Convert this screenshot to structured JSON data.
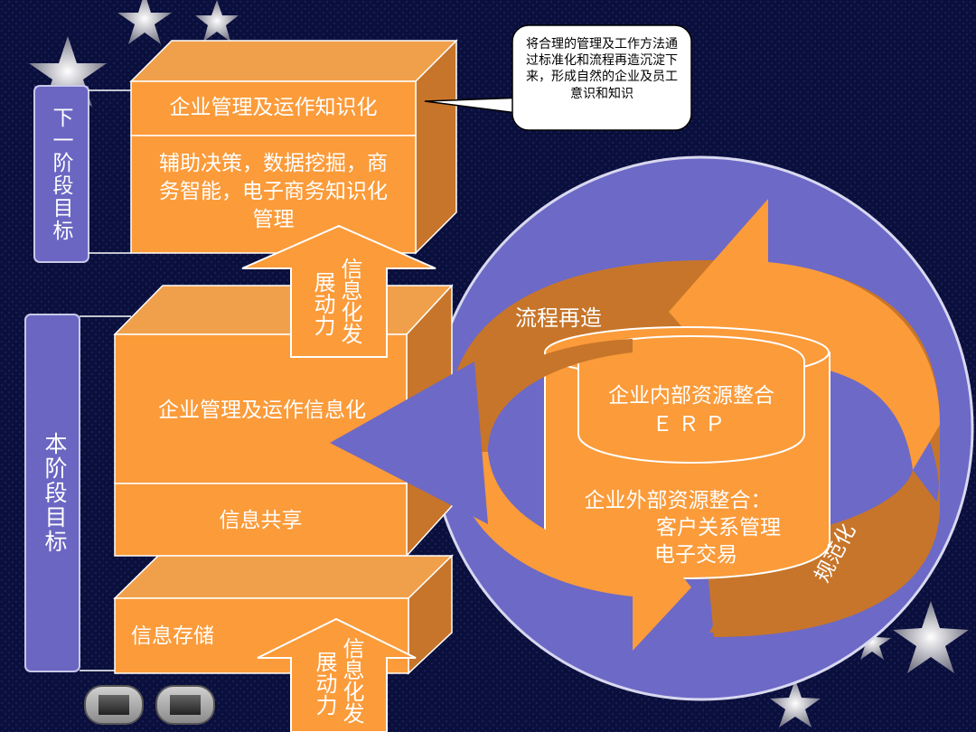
{
  "colors": {
    "background": "#0b0f3c",
    "orange": "#fb9b3a",
    "orange_dark": "#c7752a",
    "orange_top": "#f0a04b",
    "scroll": "#6a66c2",
    "circle": "#6d69c6",
    "callout_fill": "#ffffff"
  },
  "next_stage": {
    "side_label": "下一阶段目标",
    "box_title": "企业管理及运作知识化",
    "box_body": "辅助决策，数据挖掘，商务智能，电子商务知识化管理",
    "callout": "将合理的管理及工作方法通过标准化和流程再造沉淀下来，形成自然的企业及员工意识和知识"
  },
  "arrow_upper": {
    "left_col": "展动力",
    "right_col": "信息化发"
  },
  "current_stage": {
    "side_label": "本阶段目标",
    "box_title": "企业管理及运作信息化",
    "box_share": "信息共享",
    "box_storage": "信息存储"
  },
  "arrow_lower": {
    "left_col": "展动力",
    "right_col": "信息化发"
  },
  "circle": {
    "process_label": "流程再造",
    "cylinder_top_line1": "企业内部资源整合",
    "cylinder_top_line2": "ＥＲＰ",
    "external_line1": "企业外部资源整合：",
    "external_line2": "客户关系管理",
    "external_line3": "电子交易",
    "standardization": "规范化"
  },
  "nav": {
    "prev_icon": "prev-button-icon",
    "next_icon": "next-button-icon"
  }
}
